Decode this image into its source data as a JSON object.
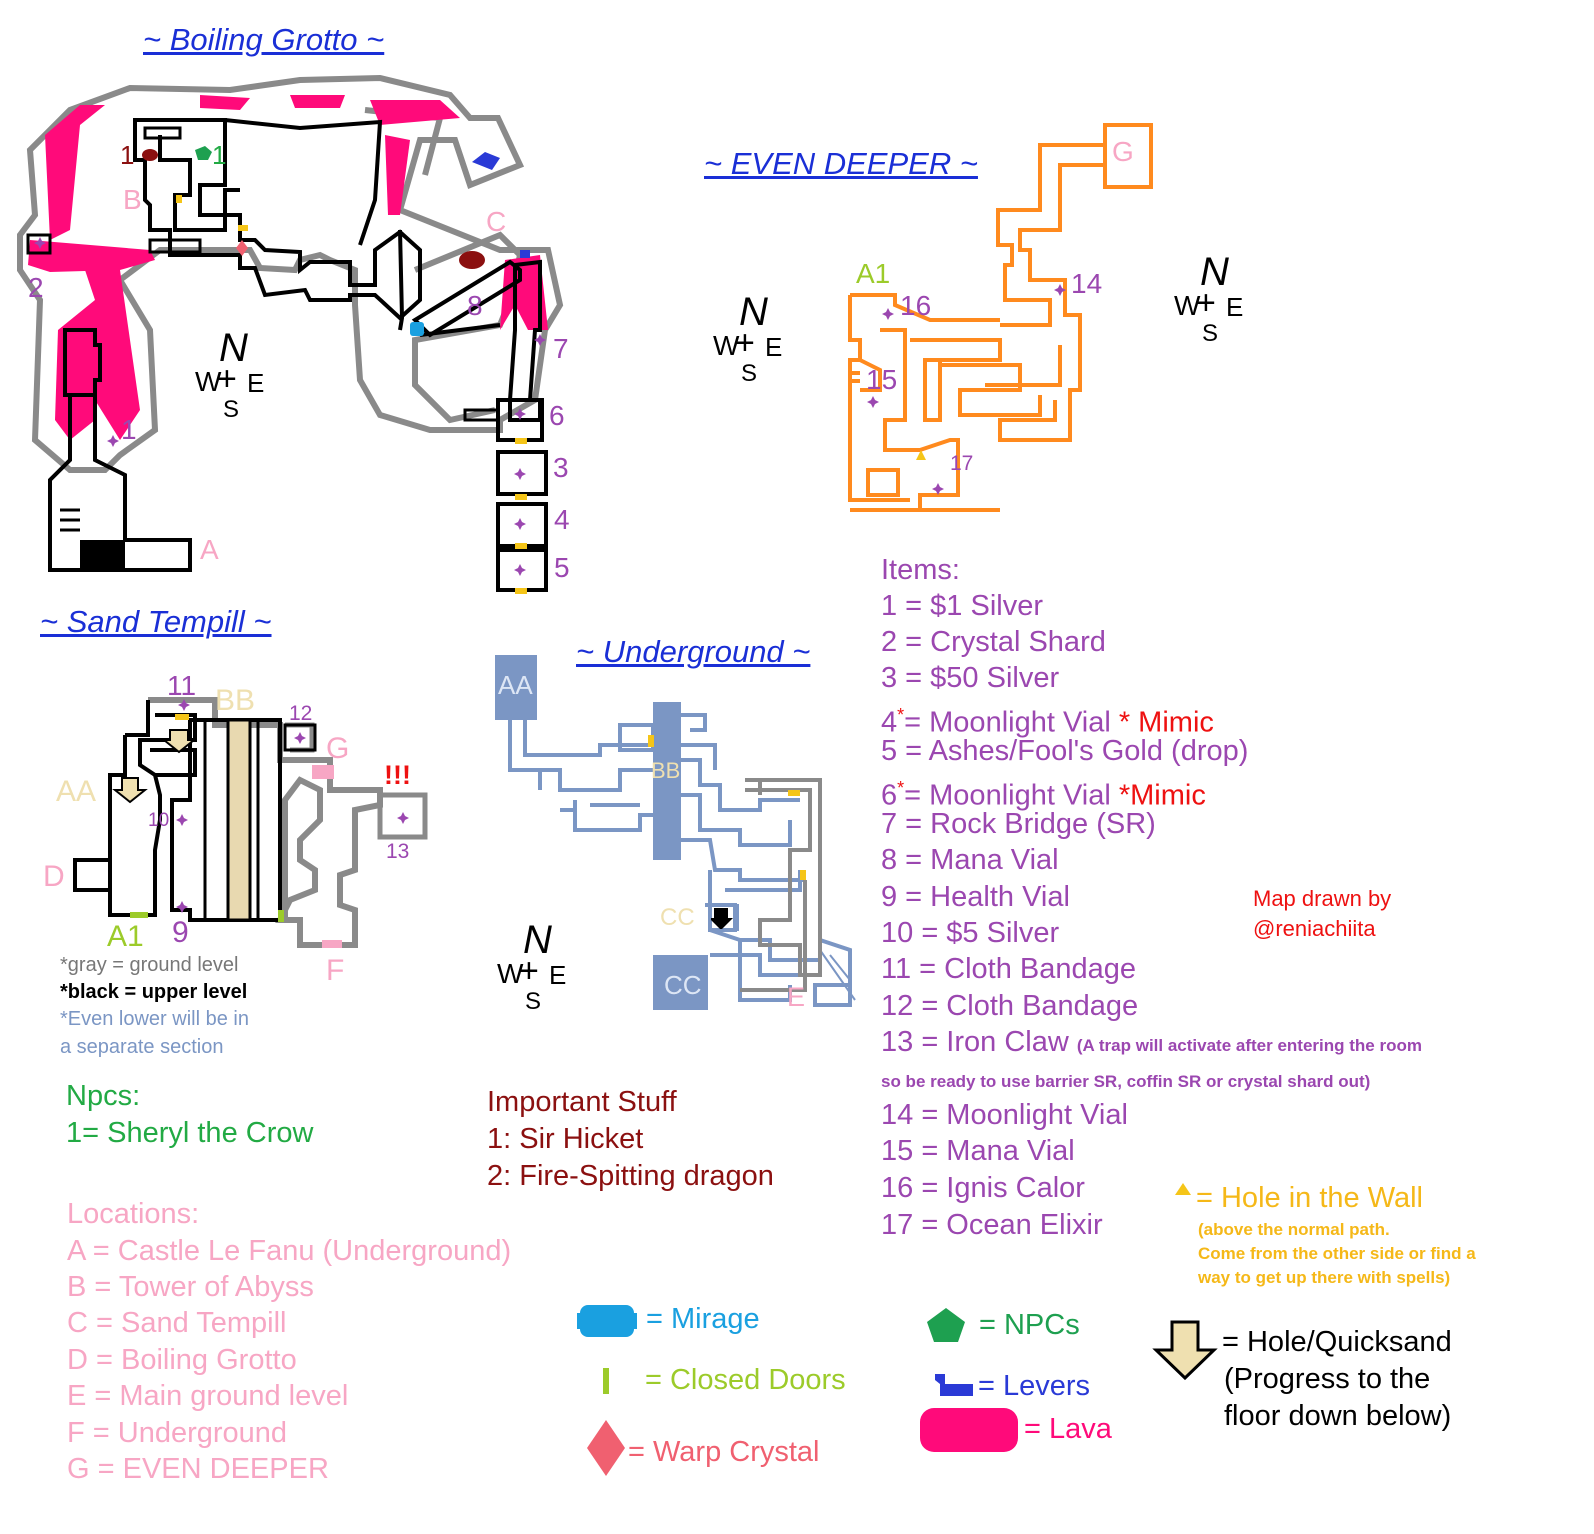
{
  "titles": {
    "boiling": "~ Boiling Grotto ~",
    "deeper": "~ EVEN DEEPER ~",
    "sand": "~ Sand Tempill ~",
    "underground": "~ Underground ~"
  },
  "compass": {
    "n": "N",
    "w": "W",
    "e": "E",
    "s": "S"
  },
  "map_labels": {
    "bg": {
      "n1a": "1",
      "n1b": "1",
      "b": "B",
      "n2": "2",
      "c": "C",
      "n8": "8",
      "n7": "7",
      "n1c": "1",
      "n6": "6",
      "n3": "3",
      "n4": "4",
      "n5": "5",
      "a": "A"
    },
    "ed": {
      "g": "G",
      "a1": "A1",
      "n16": "16",
      "n14": "14",
      "n15": "15",
      "n17": "17"
    },
    "st": {
      "n11": "11",
      "bb": "BB",
      "n12": "12",
      "g": "G",
      "excl": "!!!",
      "aa": "AA",
      "n10": "10",
      "n13": "13",
      "d": "D",
      "a1": "A1",
      "n9": "9",
      "f": "F"
    },
    "ug": {
      "aa": "AA",
      "bb": "BB",
      "cc1": "CC",
      "cc2": "CC",
      "e": "E"
    }
  },
  "level_notes": {
    "gray": "*gray = ground level",
    "black": "*black = upper level",
    "lower1": "*Even lower will be in",
    "lower2": "a separate section"
  },
  "npcs": {
    "heading": "Npcs:",
    "items": [
      "1= Sheryl the Crow"
    ]
  },
  "important": {
    "heading": "Important Stuff",
    "items": [
      "1: Sir Hicket",
      "2: Fire-Spitting dragon"
    ]
  },
  "locations": {
    "heading": "Locations:",
    "items": [
      "A = Castle Le Fanu (Underground)",
      "B = Tower of Abyss",
      "C = Sand Tempill",
      "D = Boiling Grotto",
      "E = Main ground level",
      "F = Underground",
      "G = EVEN DEEPER"
    ]
  },
  "items": {
    "heading": "Items:",
    "i1": "1 = $1 Silver",
    "i2": "2 = Crystal Shard",
    "i3": "3 = $50 Silver",
    "i4a": "4",
    "i4star": "*",
    "i4b": "= Moonlight Vial",
    "i4mimic": "* Mimic",
    "i5": "5 = Ashes/Fool's Gold (drop)",
    "i6a": "6",
    "i6star": "*",
    "i6b": "= Moonlight Vial ",
    "i6mimic": "*Mimic",
    "i7": "7 = Rock Bridge (SR)",
    "i8": "8 = Mana Vial",
    "i9": "9 = Health Vial",
    "i10": "10 = $5 Silver",
    "i11": "11 = Cloth Bandage",
    "i12": "12 = Cloth Bandage",
    "i13": "13 = Iron Claw",
    "i13note1": "(A trap will activate after entering the room",
    "i13note2": "so be ready to use barrier SR, coffin SR or crystal shard out)",
    "i14": "14 = Moonlight Vial",
    "i15": "15 = Mana Vial",
    "i16": "16 = Ignis Calor",
    "i17": "17 = Ocean Elixir"
  },
  "credit": {
    "line1": "Map drawn by",
    "line2": "@reniachiita"
  },
  "hole": {
    "label": "= Hole in the Wall",
    "note1": "(above the normal path.",
    "note2": "Come from the other side or find a",
    "note3": "way to get up there with spells)"
  },
  "legend": {
    "mirage": "= Mirage",
    "doors": "= Closed Doors",
    "warp": "= Warp Crystal",
    "npcs": "= NPCs",
    "levers": "= Levers",
    "lava": "= Lava",
    "quick1": "= Hole/Quicksand",
    "quick2": "(Progress to the",
    "quick3": "floor down below)"
  },
  "colors": {
    "lava": "#ff0a7a",
    "ground": "#8a8a8a",
    "upper": "#000000",
    "lower_orange": "#ff8a1e",
    "lower_blue": "#7b96c4",
    "item": "#9b47b0",
    "mirage": "#1aa0e0",
    "door": "#9ccb2a",
    "warp": "#f06070",
    "npc": "#1ea050",
    "lever": "#2a3ad6",
    "hole_yellow": "#f5c518"
  }
}
